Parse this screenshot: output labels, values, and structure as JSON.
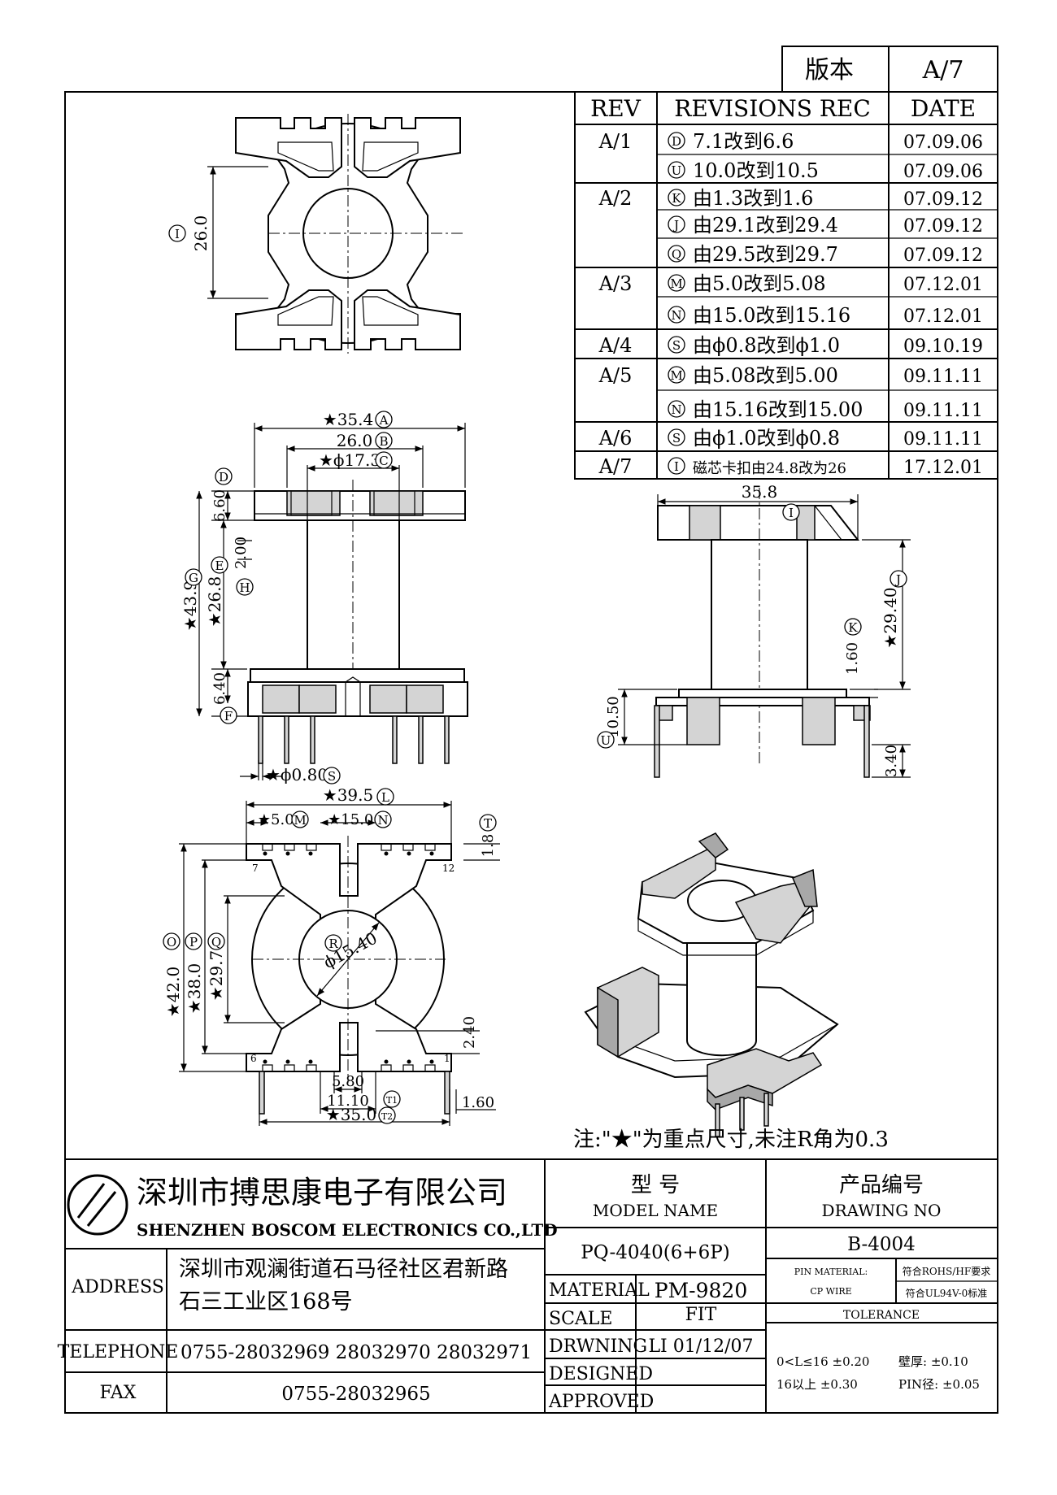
{
  "version_box": {
    "label": "版本",
    "value": "A/7"
  },
  "revisions": {
    "headers": {
      "rev": "REV",
      "rec": "REVISIONS REC",
      "date": "DATE"
    },
    "rows": [
      {
        "rev": "A/1",
        "mark": "D",
        "text": "7.1改到6.6",
        "date": "07.09.06"
      },
      {
        "rev": "",
        "mark": "U",
        "text": "10.0改到10.5",
        "date": "07.09.06"
      },
      {
        "rev": "A/2",
        "mark": "K",
        "text": "由1.3改到1.6",
        "date": "07.09.12"
      },
      {
        "rev": "",
        "mark": "J",
        "text": "由29.1改到29.4",
        "date": "07.09.12"
      },
      {
        "rev": "",
        "mark": "Q",
        "text": "由29.5改到29.7",
        "date": "07.09.12"
      },
      {
        "rev": "A/3",
        "mark": "M",
        "text": "由5.0改到5.08",
        "date": "07.12.01"
      },
      {
        "rev": "",
        "mark": "N",
        "text": "由15.0改到15.16",
        "date": "07.12.01"
      },
      {
        "rev": "A/4",
        "mark": "S",
        "text": "由ϕ0.8改到ϕ1.0",
        "date": "09.10.19"
      },
      {
        "rev": "A/5",
        "mark": "M",
        "text": "由5.08改到5.00",
        "date": "09.11.11"
      },
      {
        "rev": "",
        "mark": "N",
        "text": "由15.16改到15.00",
        "date": "09.11.11"
      },
      {
        "rev": "A/6",
        "mark": "S",
        "text": "由ϕ1.0改到ϕ0.8",
        "date": "09.11.11"
      },
      {
        "rev": "A/7",
        "mark": "I",
        "text": "磁芯卡扣由24.8改为26",
        "date": "17.12.01"
      }
    ]
  },
  "dims": {
    "top_26": "26.0",
    "top_mark": "I",
    "front_35_4": "★35.4",
    "front_26": "26.0",
    "front_17_3": "★ϕ17.3",
    "mark_A": "A",
    "mark_B": "B",
    "mark_C": "C",
    "front_6_60": "6.60",
    "mark_D": "D",
    "front_43_9": "★43.9",
    "mark_G": "G",
    "front_26_8": "★26.8",
    "mark_E": "E",
    "front_2_00": "2.00",
    "mark_H": "H",
    "front_6_40": "6.40",
    "mark_F": "F",
    "front_pin": "★ϕ0.80",
    "mark_S": "S",
    "side_35_8": "35.8",
    "side_mark_I": "I",
    "side_29_40": "★29.40",
    "mark_J": "J",
    "side_1_60": "1.60",
    "mark_K": "K",
    "side_10_50": "10.50",
    "mark_U": "U",
    "side_3_40": "3.40",
    "bot_39_5": "★39.5",
    "mark_L": "L",
    "bot_5_00": "★5.00",
    "mark_M": "M",
    "bot_15_00": "★15.00",
    "mark_N": "N",
    "bot_1_8": "1.8",
    "mark_T": "T",
    "bot_42_0": "★42.0",
    "mark_O": "O",
    "bot_38_0": "★38.0",
    "mark_P": "P",
    "bot_29_7": "★29.7",
    "mark_Q": "Q",
    "bot_15_40": "ϕ15.40",
    "mark_R": "R",
    "bot_2_40": "2.40",
    "bot_5_80": "5.80",
    "bot_11_10": "11.10",
    "mark_T1": "T1",
    "bot_35_0": "★35.0",
    "mark_T2": "T2",
    "bot_1_60": "1.60",
    "pin7": "7",
    "pin12": "12",
    "pin6": "6",
    "pin1": "1"
  },
  "note": "注:\"★\"为重点尺寸,未注R角为0.3",
  "company": {
    "name_cn": "深圳市搏思康电子有限公司",
    "name_en": "SHENZHEN BOSCOM ELECTRONICS CO.,LTD"
  },
  "address": {
    "label": "ADDRESS",
    "line1": "深圳市观澜街道石马径社区君新路",
    "line2": "石三工业区168号"
  },
  "telephone": {
    "label": "TELEPHONE",
    "value": "0755-28032969 28032970 28032971"
  },
  "fax": {
    "label": "FAX",
    "value": "0755-28032965"
  },
  "model": {
    "label_cn": "型   号",
    "label_en": "MODEL NAME",
    "value": "PQ-4040(6+6P)"
  },
  "drawing": {
    "label_cn": "产品编号",
    "label_en": "DRAWING NO",
    "value": "B-4004"
  },
  "material": {
    "label": "MATERIAL",
    "value": "PM-9820"
  },
  "scale": {
    "label": "SCALE",
    "value": "FIT"
  },
  "drwning": {
    "label": "DRWNING",
    "value": "LI 01/12/07"
  },
  "designed": {
    "label": "DESIGNED"
  },
  "approved": {
    "label": "APPROVED"
  },
  "pin_material": {
    "label1": "PIN MATERIAL:",
    "label2": "CP WIRE",
    "req1": "符合ROHS/HF要求",
    "req2": "符合UL94V-0标准"
  },
  "tolerance": {
    "label": "TOLERANCE",
    "r1a": "0<L≤16 ±0.20",
    "r1b": "壁厚: ±0.10",
    "r2a": "16以上  ±0.30",
    "r2b": "PIN径: ±0.05"
  }
}
